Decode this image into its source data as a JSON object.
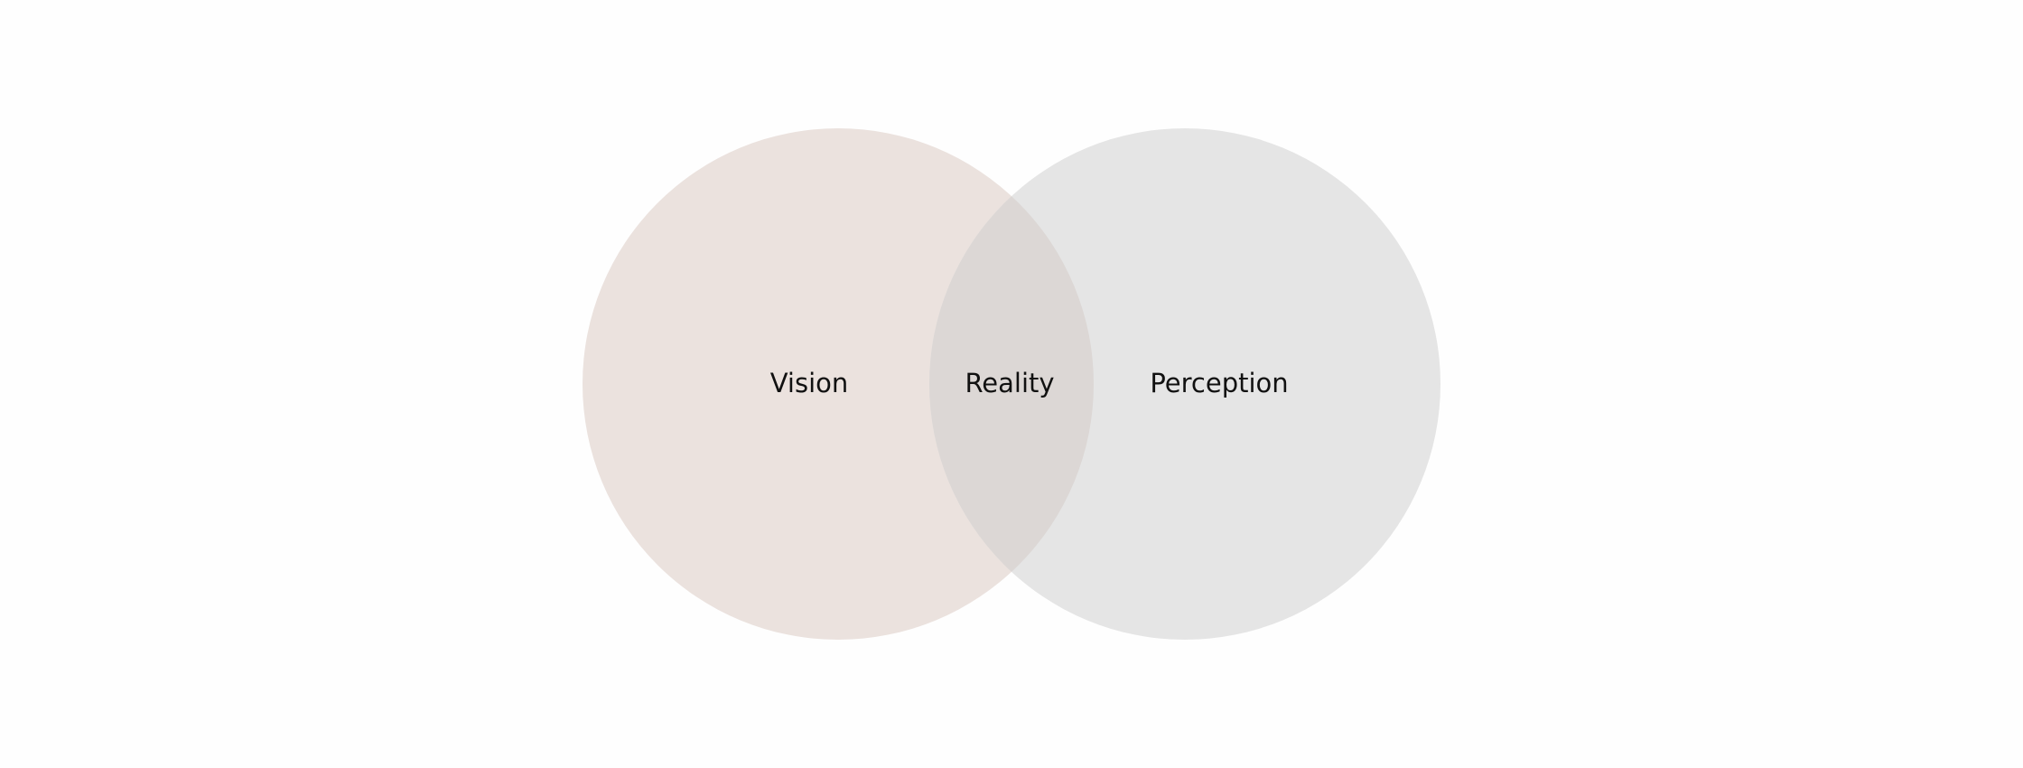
{
  "diagram": {
    "type": "venn",
    "sets": [
      {
        "label": "Vision",
        "color": "#ebe2de"
      },
      {
        "label": "Perception",
        "color": "#e5e5e5"
      }
    ],
    "intersection": {
      "label": "Reality",
      "color": "#dcd7d5"
    },
    "background": "#fefefe"
  }
}
